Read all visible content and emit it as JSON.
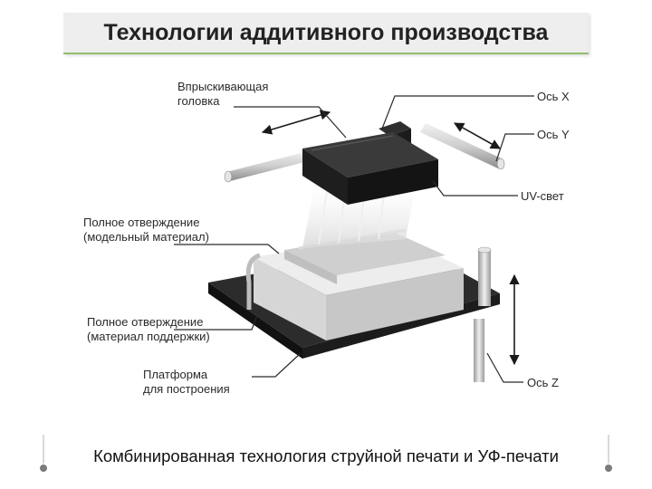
{
  "slide": {
    "title": "Технологии аддитивного производства",
    "caption": "Комбинированная технология струйной печати и УФ-печати"
  },
  "figure": {
    "labels": {
      "injection_head": [
        "Впрыскивающая",
        "головка"
      ],
      "axis_x": "Ось X",
      "axis_y": "Ось Y",
      "uv_light": "UV-свет",
      "full_cure_model": [
        "Полное отверждение",
        "(модельный материал)"
      ],
      "full_cure_support": [
        "Полное отверждение",
        "(материал поддержки)"
      ],
      "build_platform": [
        "Платформа",
        "для построения"
      ],
      "axis_z": "Ось Z"
    }
  }
}
